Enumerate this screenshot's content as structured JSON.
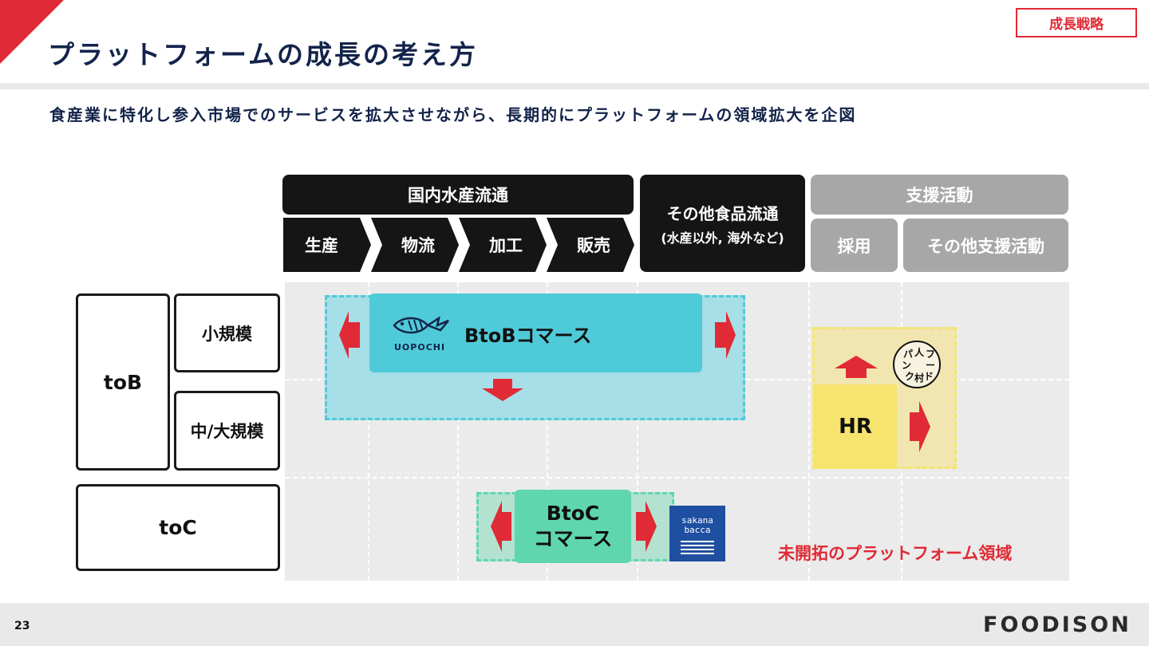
{
  "header": {
    "title": "プラットフォームの成長の考え方",
    "badge": "成長戦略"
  },
  "subtitle": "食産業に特化し参入市場でのサービスを拡大させながら、長期的にプラットフォームの領域拡大を企図",
  "columns": {
    "domestic": "国内水産流通",
    "stages": [
      "生産",
      "物流",
      "加工",
      "販売"
    ],
    "other_food": {
      "line1": "その他食品流通",
      "line2": "(水産以外, 海外など)"
    },
    "support": "支援活動",
    "recruiting": "採用",
    "other_support": "その他支援活動"
  },
  "rows": {
    "tob": "toB",
    "small": "小規模",
    "mid_large": "中/大規模",
    "toc": "toC"
  },
  "services": {
    "btob": "BtoBコマース",
    "uopochi_logo": "UOPOCHI",
    "btoc_line1": "BtoC",
    "btoc_line2": "コマース",
    "sakana_logo": [
      "sakana",
      "bacca"
    ],
    "hr": "HR",
    "hr_logo": [
      "パ",
      "人",
      "フ",
      "ン",
      "ー",
      "ク",
      "村",
      "ド"
    ]
  },
  "unexplored": "未開拓のプラットフォーム領域",
  "footer": {
    "page": "23",
    "logo": "FOODISON"
  },
  "colors": {
    "accent_red": "#e02a35",
    "navy": "#13234a",
    "btob_cyan": "#4fcad8",
    "btob_area": "#a6dfe7",
    "btoc_green": "#5fd6ae",
    "btoc_area": "#b3e2d1",
    "hr_yellow": "#f6e46e",
    "hr_area": "#f2e6b0",
    "sakana_blue": "#1f4fa1"
  }
}
